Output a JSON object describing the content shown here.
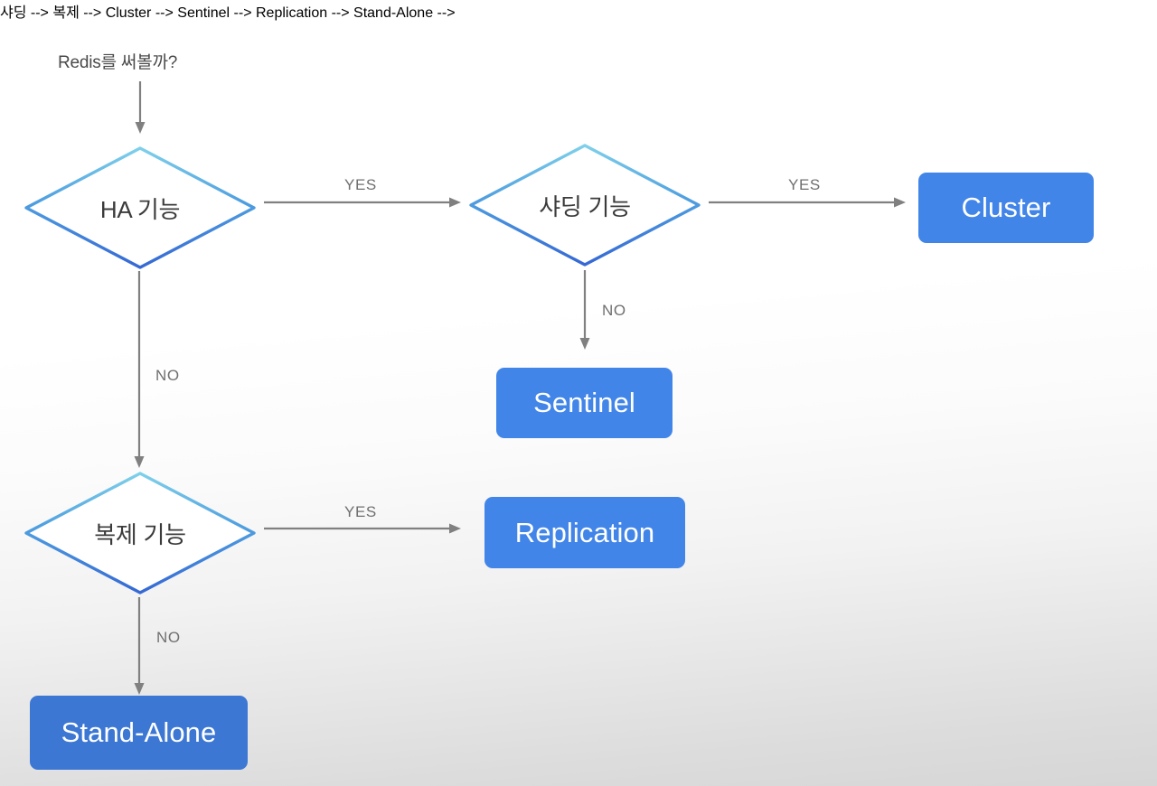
{
  "diagram": {
    "title": "Redis를 써볼까?",
    "type": "flowchart",
    "background_gradient": [
      "#ffffff",
      "#d6d6d6"
    ],
    "colors": {
      "diamond_stroke_top": "#6ec6e8",
      "diamond_stroke_bottom": "#3a6fd8",
      "diamond_fill": "#ffffff",
      "box_fill": "#4285e8",
      "box_fill_muted": "#3c77d4",
      "box_text": "#ffffff",
      "arrow": "#808080",
      "edge_label_text": "#6f6f6f",
      "node_text": "#3b3b3b"
    },
    "decisions": [
      {
        "id": "ha",
        "label": "HA 기능"
      },
      {
        "id": "sharding",
        "label": "샤딩 기능"
      },
      {
        "id": "replica",
        "label": "복제 기능"
      }
    ],
    "results": [
      {
        "id": "cluster",
        "label": "Cluster"
      },
      {
        "id": "sentinel",
        "label": "Sentinel"
      },
      {
        "id": "replication",
        "label": "Replication"
      },
      {
        "id": "standalone",
        "label": "Stand-Alone"
      }
    ],
    "edges": [
      {
        "id": "start-ha",
        "from": "start",
        "to": "ha",
        "label": ""
      },
      {
        "id": "ha-yes",
        "from": "ha",
        "to": "sharding",
        "label": "YES"
      },
      {
        "id": "ha-no",
        "from": "ha",
        "to": "replica",
        "label": "NO"
      },
      {
        "id": "sharding-yes",
        "from": "sharding",
        "to": "cluster",
        "label": "YES"
      },
      {
        "id": "sharding-no",
        "from": "sharding",
        "to": "sentinel",
        "label": "NO"
      },
      {
        "id": "replica-yes",
        "from": "replica",
        "to": "replication",
        "label": "YES"
      },
      {
        "id": "replica-no",
        "from": "replica",
        "to": "standalone",
        "label": "NO"
      }
    ]
  }
}
